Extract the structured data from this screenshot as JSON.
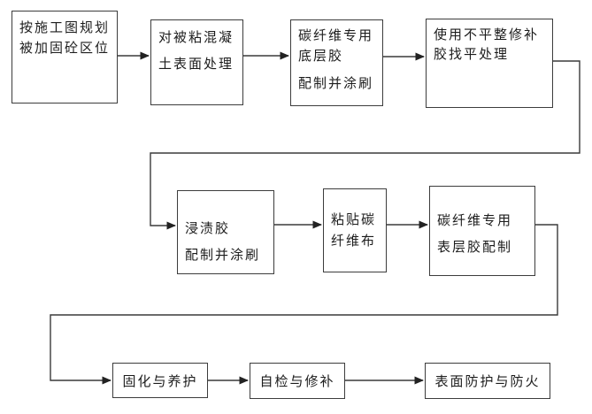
{
  "flowchart": {
    "boxes": [
      {
        "lines": [
          "按施工图规划",
          "被加固砼区位"
        ]
      },
      {
        "lines": [
          "对被粘混凝",
          "土表面处理"
        ]
      },
      {
        "lines": [
          "碳纤维专用",
          "底层胶",
          "配制并涂刷"
        ]
      },
      {
        "lines": [
          "使用不平整修补",
          "胶找平处理"
        ]
      },
      {
        "lines": [
          "浸渍胶",
          "配制并涂刷"
        ]
      },
      {
        "lines": [
          "粘贴碳",
          "纤维布"
        ]
      },
      {
        "lines": [
          "碳纤维专用",
          "表层胶配制"
        ]
      },
      {
        "lines": [
          "固化与养护"
        ]
      },
      {
        "lines": [
          "自检与修补"
        ]
      },
      {
        "lines": [
          "表面防护与防火"
        ]
      }
    ],
    "colors": {
      "border": "#3c3c3c",
      "background": "#ffffff",
      "text": "#1c1c1c"
    }
  }
}
